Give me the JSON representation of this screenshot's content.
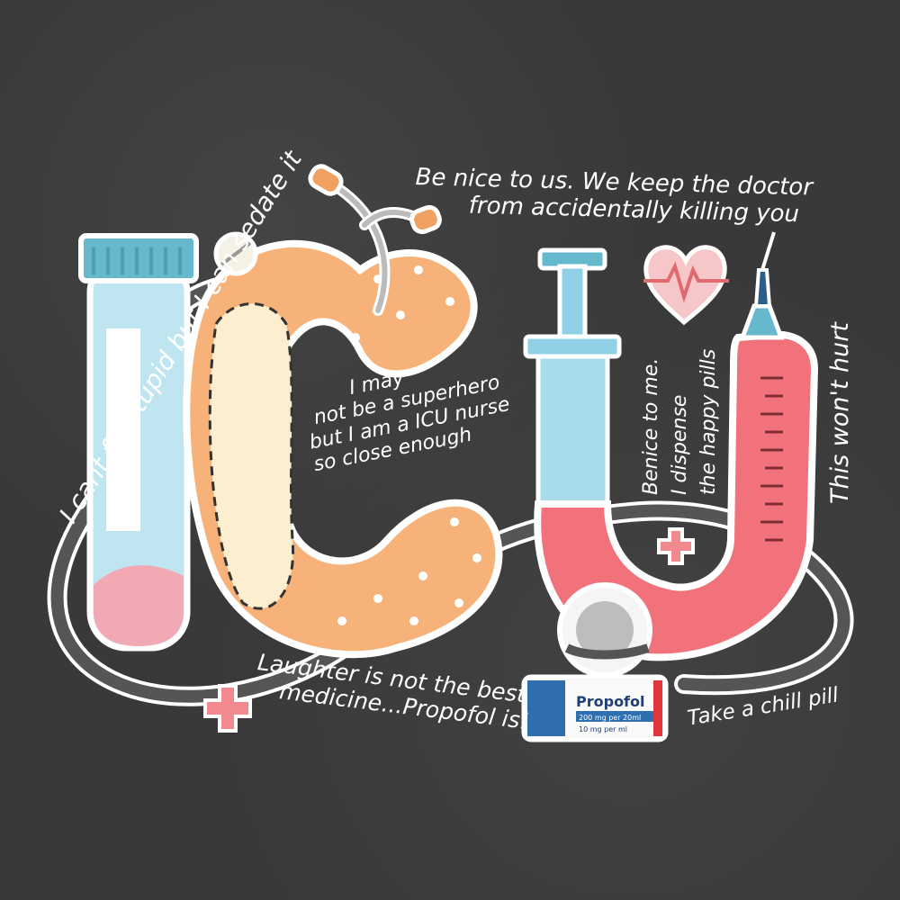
{
  "colors": {
    "background": "#393939",
    "tube": "#bfe6f0",
    "tube_cap": "#66b9cc",
    "tube_liquid": "#f2a9b4",
    "bandage": "#f7b27a",
    "bandage_pad": "#fbefcf",
    "syringe_barrel": "#f2727c",
    "syringe_blue": "#8fd0e6",
    "stethoscope": "#555555",
    "cross": "#f08a8e",
    "outline": "#ffffff",
    "text": "#ffffff"
  },
  "quotes": {
    "left_vertical": "I cant fix stupid but I can sedate it",
    "top_right_line1": "Be nice to us. We keep the doctor",
    "top_right_line2": "from accidentally killing you",
    "center_line1": "I may",
    "center_line2": "not be a superhero",
    "center_line3": "but I am a ICU nurse",
    "center_line4": "so close enough",
    "syringe_line1": "Benice to me.",
    "syringe_line2": "I dispense",
    "syringe_line3": "the happy pills",
    "right_vertical": "This won't hurt",
    "bottom_line1": "Laughter is not the best",
    "bottom_line2": "medicine...Propofol is!",
    "bottom_right": "Take a chill pill"
  },
  "vial": {
    "brand": "Propofol",
    "dose": "200 mg per 20ml",
    "strength": "10 mg per ml"
  }
}
